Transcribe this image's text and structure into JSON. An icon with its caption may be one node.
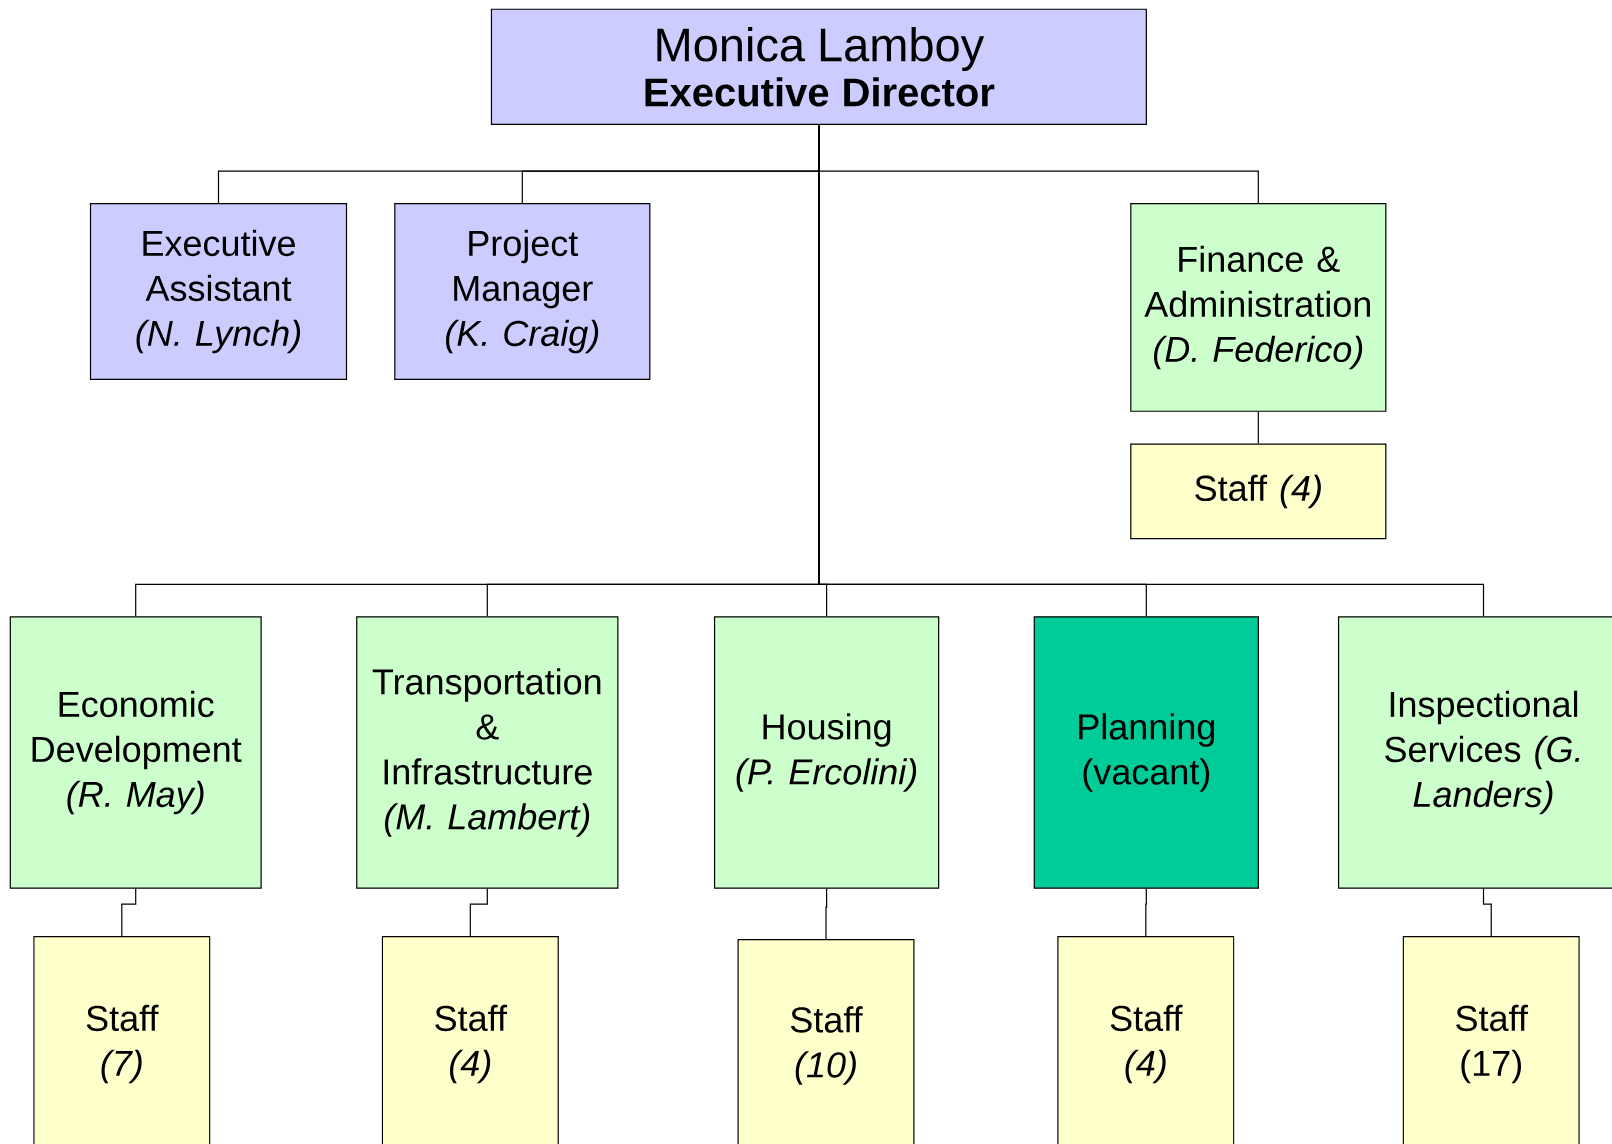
{
  "diagram": {
    "nodes": [
      {
        "text": [
          "Monica Lamboy",
          "Executive Director"
        ]
      },
      {
        "text": [
          "Executive Assistant *(N. Lynch)*"
        ]
      },
      {
        "text": [
          "Project Manager *(K. Craig)*"
        ]
      },
      {
        "text": [
          "Finance & Administration *(D. Federico)*"
        ]
      },
      {
        "text": [
          "Staff *(4)*"
        ]
      },
      {
        "text": [
          "Economic Development *(R. May)*"
        ]
      },
      {
        "text": [
          "Transportation & Infrastructure *(M. Lambert)*"
        ]
      },
      {
        "text": [
          "Housing *(P. Ercolini)*"
        ]
      },
      {
        "text": [
          "Planning (vacant)"
        ]
      },
      {
        "text": [
          "Inspectional Services *(G. Landers)*"
        ]
      },
      {
        "text": [
          "Staff *(7)*"
        ]
      },
      {
        "text": [
          "Staff *(4)*"
        ]
      },
      {
        "text": [
          "Staff *(10)*"
        ]
      },
      {
        "text": [
          "Staff *(4)*"
        ]
      },
      {
        "text": [
          "Staff (17)"
        ]
      }
    ],
    "edges": [
      {
        "from": 0,
        "to": 1,
        "arrow": "none"
      },
      {
        "from": 0,
        "to": 2,
        "arrow": "none"
      },
      {
        "from": 0,
        "to": 3,
        "arrow": "none"
      },
      {
        "from": 3,
        "to": 4,
        "arrow": "none"
      },
      {
        "from": 0,
        "to": 5,
        "arrow": "none"
      },
      {
        "from": 0,
        "to": 6,
        "arrow": "none"
      },
      {
        "from": 0,
        "to": 7,
        "arrow": "none"
      },
      {
        "from": 0,
        "to": 8,
        "arrow": "none"
      },
      {
        "from": 0,
        "to": 9,
        "arrow": "none"
      },
      {
        "from": 5,
        "to": 10,
        "arrow": "none"
      },
      {
        "from": 6,
        "to": 11,
        "arrow": "none"
      },
      {
        "from": 7,
        "to": 12,
        "arrow": "none"
      },
      {
        "from": 8,
        "to": 13,
        "arrow": "none"
      },
      {
        "from": 9,
        "to": 14,
        "arrow": "none"
      }
    ]
  }
}
